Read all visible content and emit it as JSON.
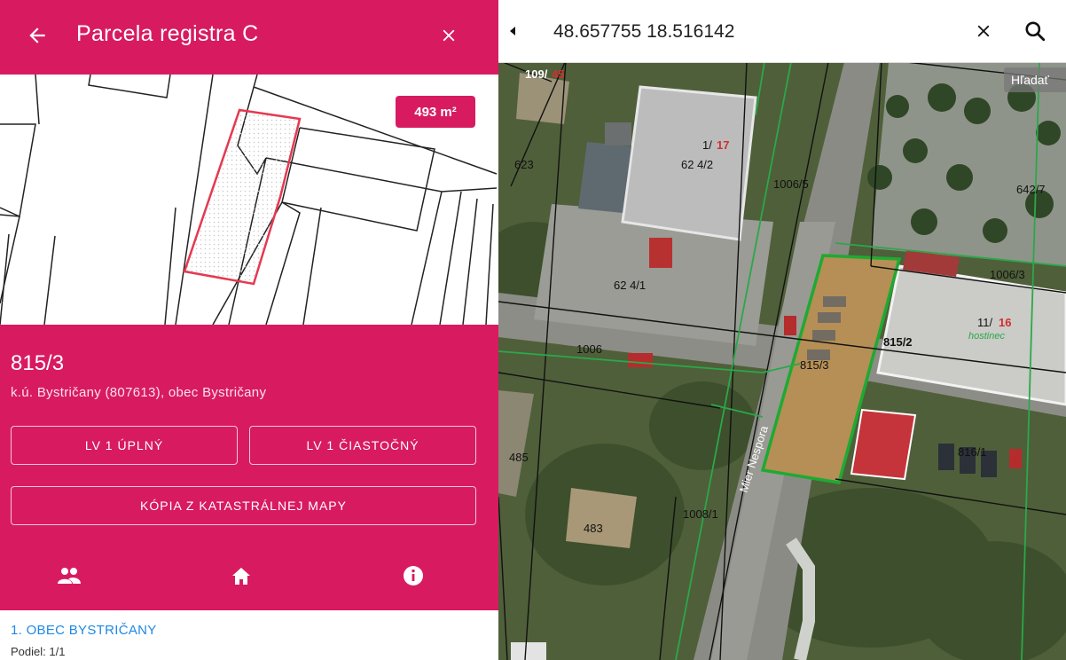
{
  "panel": {
    "title": "Parcela registra C",
    "area_badge": "493 m²",
    "parcel_number": "815/3",
    "subtitle": "k.ú. Bystričany (807613), obec Bystričany",
    "buttons": {
      "lv_full": "LV 1 ÚPLNÝ",
      "lv_partial": "LV 1 ČIASTOČNÝ",
      "map_copy": "KÓPIA Z KATASTRÁLNEJ MAPY"
    },
    "tabs": [
      {
        "icon": "people-icon"
      },
      {
        "icon": "home-icon"
      },
      {
        "icon": "info-icon"
      }
    ],
    "owner_heading": "1. OBEC BYSTRIČANY",
    "share": "Podiel: 1/1"
  },
  "search": {
    "value": "48.657755 18.516142"
  },
  "map": {
    "search_label": "Hľadať",
    "labels": {
      "p109": "109/",
      "p109b": "45",
      "p623": "623",
      "b1": "1/",
      "b1b": "17",
      "p624_2": "62 4/2",
      "p1006_5": "1006/5",
      "p642_7": "642/7",
      "p1006_3": "1006/3",
      "p624_1": "62 4/1",
      "b11": "11/",
      "b11b": "16",
      "hostinec": "hostinec",
      "p815_2": "815/2",
      "p815_3": "815/3",
      "p1006": "1006",
      "p485": "485",
      "p483": "483",
      "p1008_1": "1008/1",
      "p816_1": "816/1",
      "street": "Mier Nespora"
    }
  },
  "colors": {
    "accent": "#d81b60",
    "link": "#1e88e5",
    "parcel_outline": "#1eaa32"
  }
}
